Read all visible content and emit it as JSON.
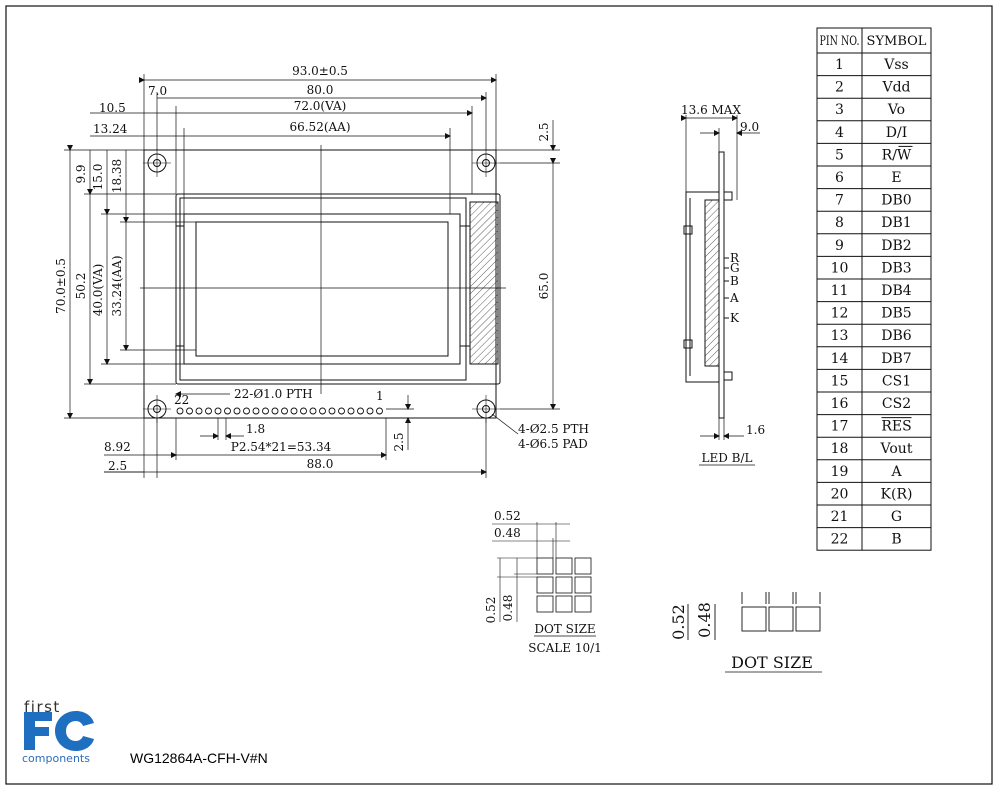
{
  "front_view": {
    "overall_width": "93.0±0.5",
    "hole_span": "80.0",
    "va_width": "72.0(VA)",
    "aa_width": "66.52(AA)",
    "left_offset_7": "7.0",
    "left_offset_10_5": "10.5",
    "left_offset_13_24": "13.24",
    "top_2_5": "2.5",
    "overall_height": "70.0±0.5",
    "height_50_2": "50.2",
    "va_height": "40.0(VA)",
    "aa_height": "33.24(AA)",
    "top_9_9": "9.9",
    "top_15_0": "15.0",
    "top_18_38": "18.38",
    "hole_vspan": "65.0",
    "pin_pth": "22-Ø1.0 PTH",
    "pin_first": "22",
    "pin_last": "1",
    "pin_1_8": "1.8",
    "pitch": "P2.54*21=53.34",
    "bottom_2_5": "2.5",
    "dim_8_92": "8.92",
    "dim_2_5b": "2.5",
    "dim_88": "88.0",
    "mount_pth": "4-Ø2.5 PTH",
    "mount_pad": "4-Ø6.5 PAD"
  },
  "side_view": {
    "thickness": "13.6 MAX",
    "depth": "9.0",
    "pcb": "1.6",
    "led_label": "LED B/L",
    "led_pins": [
      "R",
      "G",
      "B",
      "A",
      "K"
    ]
  },
  "dot_detail": {
    "w1": "0.52",
    "w2": "0.48",
    "h1": "0.52",
    "h2": "0.48",
    "title": "DOT SIZE",
    "scale": "SCALE 10/1"
  },
  "dot_detail_2": {
    "h1": "0.52",
    "h2": "0.48",
    "title": "DOT SIZE"
  },
  "pin_table": {
    "header_pin": "PIN NO.",
    "header_symbol": "SYMBOL",
    "rows": [
      {
        "pin": "1",
        "symbol": "Vss"
      },
      {
        "pin": "2",
        "symbol": "Vdd"
      },
      {
        "pin": "3",
        "symbol": "Vo"
      },
      {
        "pin": "4",
        "symbol": "D/I"
      },
      {
        "pin": "5",
        "symbol": "R/W"
      },
      {
        "pin": "6",
        "symbol": "E"
      },
      {
        "pin": "7",
        "symbol": "DB0"
      },
      {
        "pin": "8",
        "symbol": "DB1"
      },
      {
        "pin": "9",
        "symbol": "DB2"
      },
      {
        "pin": "10",
        "symbol": "DB3"
      },
      {
        "pin": "11",
        "symbol": "DB4"
      },
      {
        "pin": "12",
        "symbol": "DB5"
      },
      {
        "pin": "13",
        "symbol": "DB6"
      },
      {
        "pin": "14",
        "symbol": "DB7"
      },
      {
        "pin": "15",
        "symbol": "CS1"
      },
      {
        "pin": "16",
        "symbol": "CS2"
      },
      {
        "pin": "17",
        "symbol": "RES"
      },
      {
        "pin": "18",
        "symbol": "Vout"
      },
      {
        "pin": "19",
        "symbol": "A"
      },
      {
        "pin": "20",
        "symbol": "K(R)"
      },
      {
        "pin": "21",
        "symbol": "G"
      },
      {
        "pin": "22",
        "symbol": "B"
      }
    ]
  },
  "footer": {
    "logo_first": "first",
    "logo_mark": "FC",
    "logo_components": "components",
    "model": "WG12864A-CFH-V#N"
  },
  "colors": {
    "logo_blue": "#1f6fc0",
    "line": "#111111"
  }
}
